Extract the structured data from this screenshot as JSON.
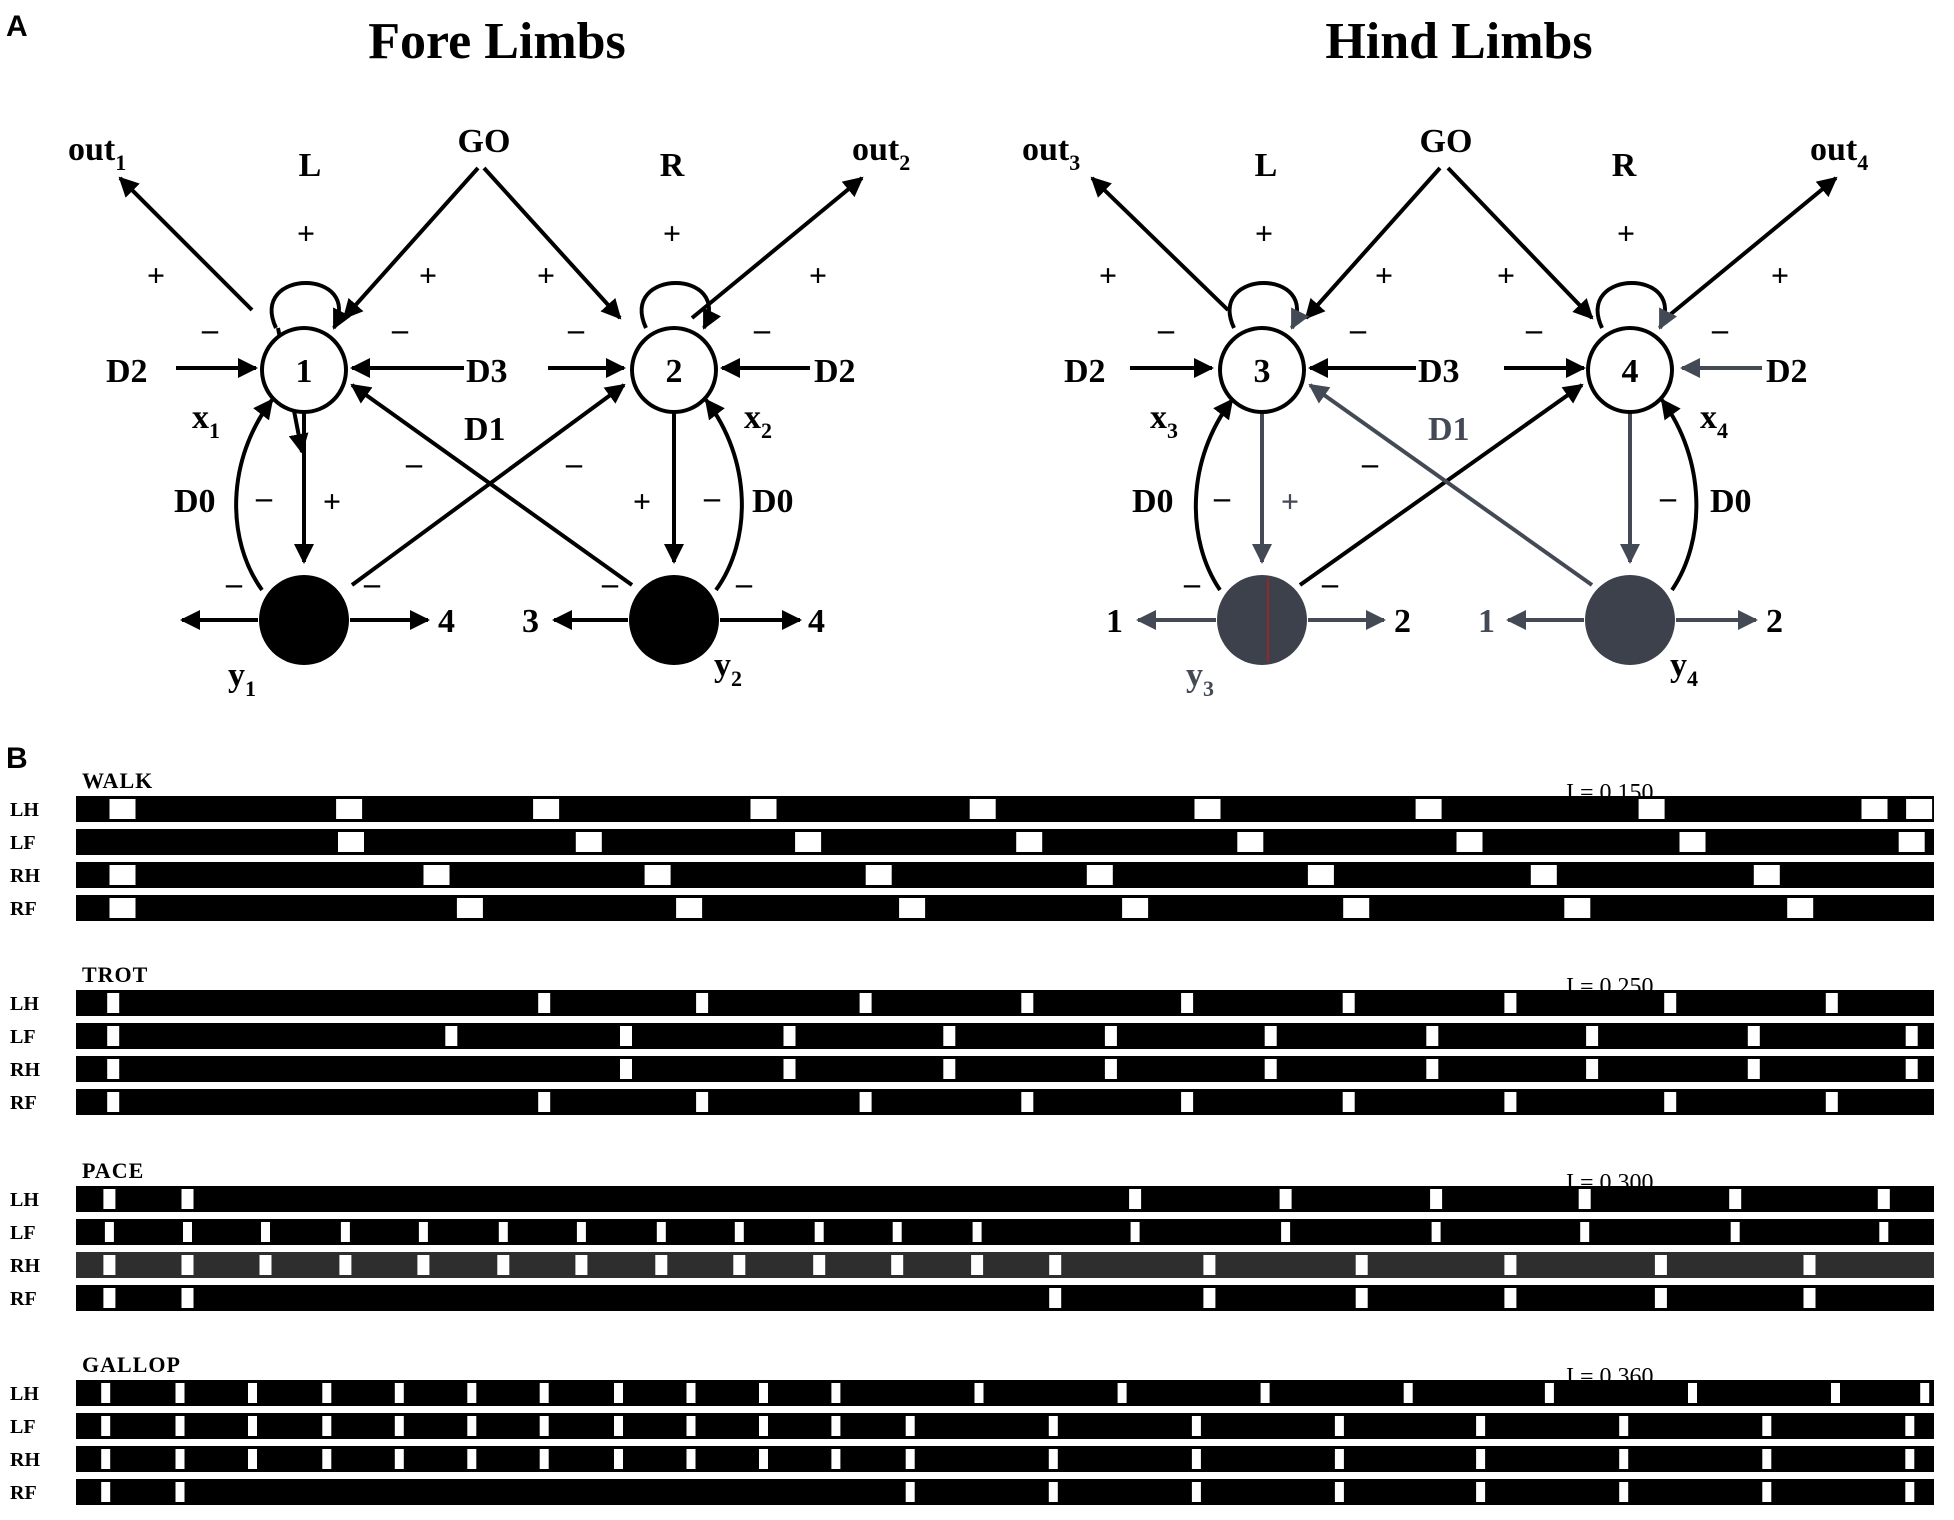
{
  "panels": {
    "a": "A",
    "b": "B"
  },
  "titles": {
    "fore": "Fore Limbs",
    "hind": "Hind Limbs"
  },
  "network_labels": {
    "go": "GO",
    "left": "L",
    "right": "R",
    "d0": "D0",
    "d1": "D1",
    "d2": "D2",
    "d3": "D3",
    "plus": "+",
    "minus": "–",
    "out": "out",
    "x": "x",
    "y": "y"
  },
  "fore": {
    "nodes": [
      "1",
      "2"
    ],
    "out_subs": [
      "1",
      "2"
    ],
    "x_subs": [
      "1",
      "2"
    ],
    "y_subs": [
      "1",
      "2"
    ],
    "targets": [
      "4",
      "3",
      "4"
    ]
  },
  "hind": {
    "nodes": [
      "3",
      "4"
    ],
    "out_subs": [
      "3",
      "4"
    ],
    "x_subs": [
      "3",
      "4"
    ],
    "y_subs": [
      "3",
      "4"
    ],
    "targets": [
      "1",
      "2",
      "1",
      "2"
    ]
  },
  "colors": {
    "ink": "#000000",
    "hind_node": "#3d414b",
    "hind_arrow": "#444a55"
  },
  "gaits": [
    {
      "name": "WALK",
      "param": "I = 0.150",
      "rows": [
        {
          "limb": "LH",
          "marks": [
            0.025,
            0.147,
            0.253,
            0.37,
            0.488,
            0.609,
            0.728,
            0.848,
            0.968,
            0.992
          ]
        },
        {
          "limb": "LF",
          "marks": [
            0.148,
            0.276,
            0.394,
            0.513,
            0.632,
            0.75,
            0.87,
            0.988
          ]
        },
        {
          "limb": "RH",
          "marks": [
            0.025,
            0.194,
            0.313,
            0.432,
            0.551,
            0.67,
            0.79,
            0.91
          ]
        },
        {
          "limb": "RF",
          "marks": [
            0.025,
            0.212,
            0.33,
            0.45,
            0.57,
            0.689,
            0.808,
            0.928
          ]
        }
      ]
    },
    {
      "name": "TROT",
      "param": "I = 0.250",
      "rows": [
        {
          "limb": "LH",
          "marks": [
            0.02,
            0.252,
            0.337,
            0.425,
            0.512,
            0.598,
            0.685,
            0.772,
            0.858,
            0.945
          ]
        },
        {
          "limb": "LF",
          "marks": [
            0.02,
            0.202,
            0.296,
            0.384,
            0.47,
            0.557,
            0.643,
            0.73,
            0.816,
            0.903,
            0.988
          ]
        },
        {
          "limb": "RH",
          "marks": [
            0.02,
            0.296,
            0.384,
            0.47,
            0.557,
            0.643,
            0.73,
            0.816,
            0.903,
            0.988
          ]
        },
        {
          "limb": "RF",
          "marks": [
            0.02,
            0.252,
            0.337,
            0.425,
            0.512,
            0.598,
            0.685,
            0.772,
            0.858,
            0.945
          ]
        }
      ]
    },
    {
      "name": "PACE",
      "param": "I = 0.300",
      "rows": [
        {
          "limb": "LH",
          "marks": [
            0.018,
            0.06,
            0.57,
            0.651,
            0.732,
            0.812,
            0.893,
            0.973
          ]
        },
        {
          "limb": "LF",
          "marks": [
            0.018,
            0.06,
            0.102,
            0.145,
            0.187,
            0.23,
            0.272,
            0.315,
            0.357,
            0.4,
            0.442,
            0.485,
            0.57,
            0.651,
            0.732,
            0.812,
            0.893,
            0.973
          ]
        },
        {
          "limb": "RH",
          "marks": [
            0.018,
            0.06,
            0.102,
            0.145,
            0.187,
            0.23,
            0.272,
            0.315,
            0.357,
            0.4,
            0.442,
            0.485,
            0.527,
            0.61,
            0.692,
            0.772,
            0.853,
            0.933
          ]
        },
        {
          "limb": "RF",
          "marks": [
            0.018,
            0.06,
            0.527,
            0.61,
            0.692,
            0.772,
            0.853,
            0.933
          ]
        }
      ]
    },
    {
      "name": "GALLOP",
      "param": "I = 0.360",
      "rows": [
        {
          "limb": "LH",
          "marks": [
            0.016,
            0.056,
            0.095,
            0.135,
            0.174,
            0.213,
            0.252,
            0.292,
            0.331,
            0.37,
            0.409,
            0.486,
            0.563,
            0.64,
            0.717,
            0.793,
            0.87,
            0.947,
            0.995
          ]
        },
        {
          "limb": "LF",
          "marks": [
            0.016,
            0.056,
            0.095,
            0.135,
            0.174,
            0.213,
            0.252,
            0.292,
            0.331,
            0.37,
            0.409,
            0.449,
            0.526,
            0.603,
            0.68,
            0.756,
            0.833,
            0.91,
            0.987
          ]
        },
        {
          "limb": "RH",
          "marks": [
            0.016,
            0.056,
            0.095,
            0.135,
            0.174,
            0.213,
            0.252,
            0.292,
            0.331,
            0.37,
            0.409,
            0.449,
            0.526,
            0.603,
            0.68,
            0.756,
            0.833,
            0.91,
            0.987
          ]
        },
        {
          "limb": "RF",
          "marks": [
            0.016,
            0.056,
            0.449,
            0.526,
            0.603,
            0.68,
            0.756,
            0.833,
            0.91,
            0.987
          ]
        }
      ]
    }
  ]
}
